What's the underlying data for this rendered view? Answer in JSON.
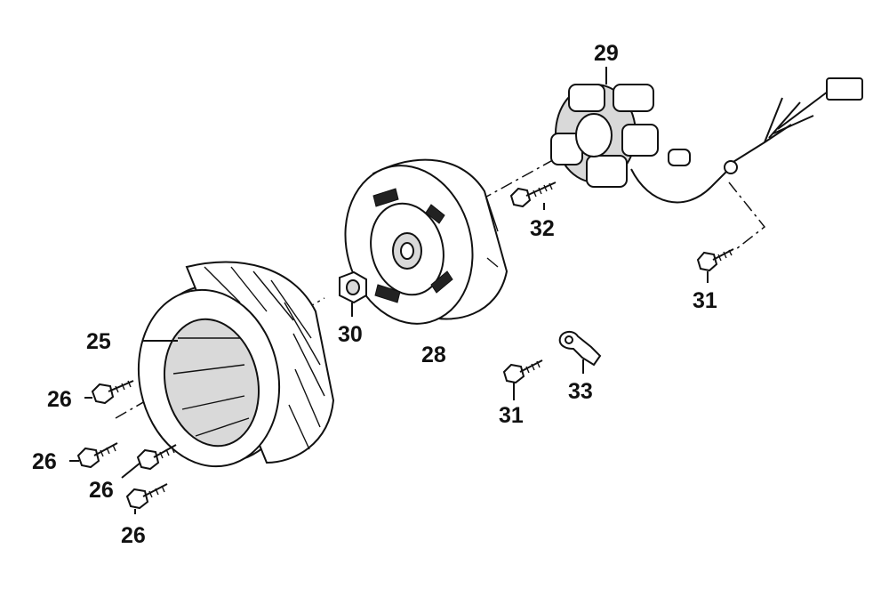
{
  "callouts": {
    "c25": "25",
    "c26a": "26",
    "c26b": "26",
    "c26c": "26",
    "c26d": "26",
    "c28": "28",
    "c29": "29",
    "c30": "30",
    "c31a": "31",
    "c31b": "31",
    "c32": "32",
    "c33": "33"
  },
  "colors": {
    "line": "#111111",
    "background": "#ffffff",
    "shade": "#d9d9d9"
  }
}
